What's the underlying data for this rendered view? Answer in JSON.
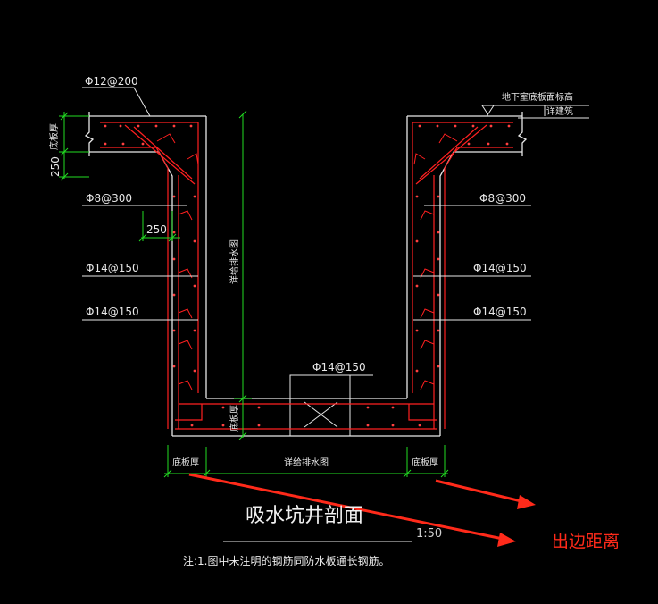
{
  "labels": {
    "top_rebar": "Φ12@200",
    "slab_thick_v": "底板厚",
    "dim_250_v": "250",
    "left_stirrup": "Φ8@300",
    "dim_250_h": "250",
    "left_rebar_1": "Φ14@150",
    "left_rebar_2": "Φ14@150",
    "pit_depth_v": "详给排水图",
    "bottom_slab_v": "底板厚",
    "bottom_rebar": "Φ14@150",
    "right_stirrup": "Φ8@300",
    "right_rebar_1": "Φ14@150",
    "right_rebar_2": "Φ14@150",
    "elev_note": "地下室底板面标高",
    "elev_ref": "详建筑",
    "bottom_dim_left": "底板厚",
    "bottom_dim_mid": "详给排水图",
    "bottom_dim_right": "底板厚"
  },
  "title": "吸水坑井剖面",
  "scale": "1:50",
  "note": "注:1.图中未注明的钢筋同防水板通长钢筋。",
  "annotation": "出边距离",
  "colors": {
    "background": "#000000",
    "concrete": "#e8e8e8",
    "rebar": "#ff2020",
    "dimension": "#22dd22",
    "annotation": "#ff2a1a"
  }
}
